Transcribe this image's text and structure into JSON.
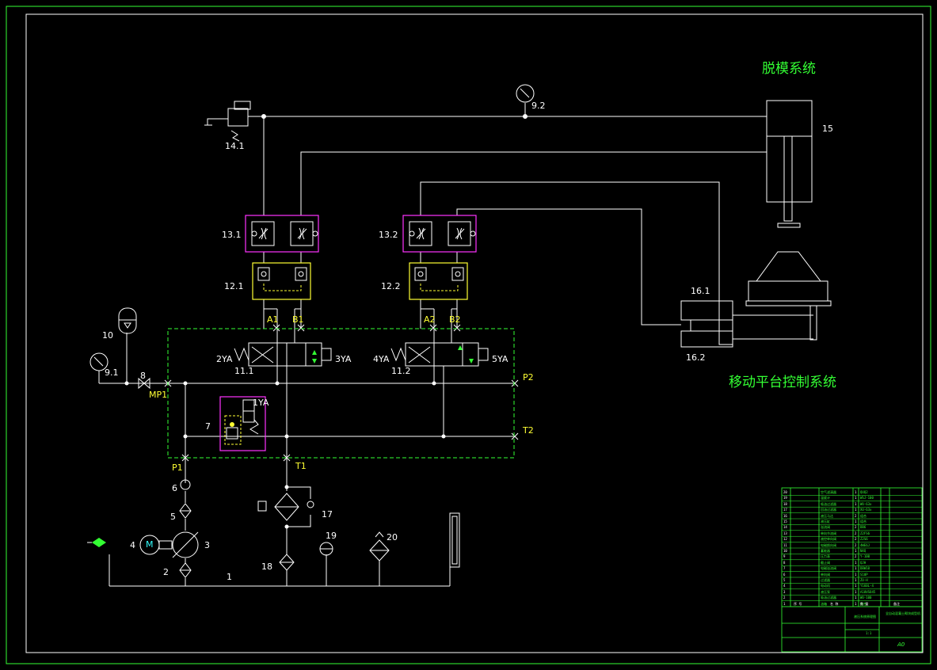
{
  "colors": {
    "background": "#000000",
    "frame": "#33ff33",
    "line": "#ffffff",
    "valve_box": "#ff33ff",
    "check_box": "#ffff33",
    "manifold": "#33ff33",
    "port_text": "#ffff33"
  },
  "system_titles": {
    "demolding": "脱模系统",
    "moving_platform": "移动平台控制系统"
  },
  "component_labels": {
    "relief_14_1": "14.1",
    "gauge_9_2": "9.2",
    "cylinder_15": "15",
    "valve_13_1": "13.1",
    "valve_13_2": "13.2",
    "valve_12_1": "12.1",
    "valve_12_2": "12.2",
    "accumulator_10": "10",
    "gauge_9_1": "9.1",
    "valve_8": "8",
    "valve_7": "7",
    "valve_11_1": "11.1",
    "valve_11_2": "11.2",
    "motor_16_1": "16.1",
    "motor_16_2": "16.2",
    "check_6": "6",
    "filter_5": "5",
    "motor_4": "4",
    "pump_3": "3",
    "filter_2": "2",
    "tank_1": "1",
    "filter_18": "18",
    "thermometer_19": "19",
    "air_filter_20": "20",
    "return_filter_17": "17"
  },
  "solenoids": {
    "s1": "1YA",
    "s2": "2YA",
    "s3": "3YA",
    "s4": "4YA",
    "s5": "5YA"
  },
  "ports": {
    "a1": "A1",
    "b1": "B1",
    "a2": "A2",
    "b2": "B2",
    "p1": "P1",
    "p2": "P2",
    "t1": "T1",
    "t2": "T2",
    "mp1": "MP1"
  },
  "motor_symbol": "M",
  "title_block": {
    "parts_rows": [
      {
        "no": "20",
        "name": "空气滤清器",
        "qty": "1",
        "spec": "QUQ2"
      },
      {
        "no": "19",
        "name": "温度计",
        "qty": "1",
        "spec": "WSJ-100"
      },
      {
        "no": "18",
        "name": "吸油过滤器",
        "qty": "1",
        "spec": "WU-63x"
      },
      {
        "no": "17",
        "name": "回油过滤器",
        "qty": "1",
        "spec": "XU-63x"
      },
      {
        "no": "16",
        "name": "液压马达",
        "qty": "2",
        "spec": "组合"
      },
      {
        "no": "15",
        "name": "液压缸",
        "qty": "1",
        "spec": "组合"
      },
      {
        "no": "14",
        "name": "溢流阀",
        "qty": "2",
        "spec": "DB6"
      },
      {
        "no": "13",
        "name": "单向节流阀",
        "qty": "2",
        "spec": "Z2FS6"
      },
      {
        "no": "12",
        "name": "液控单向阀",
        "qty": "2",
        "spec": "Z2S6"
      },
      {
        "no": "11",
        "name": "电磁换向阀",
        "qty": "2",
        "spec": "4WE6J"
      },
      {
        "no": "10",
        "name": "蓄能器",
        "qty": "1",
        "spec": "NXQ"
      },
      {
        "no": "9",
        "name": "压力表",
        "qty": "2",
        "spec": "Y-100"
      },
      {
        "no": "8",
        "name": "截止阀",
        "qty": "1",
        "spec": "QJH"
      },
      {
        "no": "7",
        "name": "电磁溢流阀",
        "qty": "1",
        "spec": "DBW10"
      },
      {
        "no": "6",
        "name": "单向阀",
        "qty": "1",
        "spec": "S10P"
      },
      {
        "no": "5",
        "name": "过滤器",
        "qty": "1",
        "spec": "ZU-H"
      },
      {
        "no": "4",
        "name": "电动机",
        "qty": "1",
        "spec": "Y160L-4"
      },
      {
        "no": "3",
        "name": "液压泵",
        "qty": "1",
        "spec": "A10VSO45"
      },
      {
        "no": "2",
        "name": "吸油过滤器",
        "qty": "1",
        "spec": "WU-100"
      },
      {
        "no": "1",
        "name": "油箱",
        "qty": "1",
        "spec": "组合"
      }
    ],
    "header_no": "序 号",
    "header_name": "名 称",
    "header_qty": "数 量",
    "header_note": "备注",
    "drawing_title": "液压系统原理图",
    "project_title": "全自动混凝土砌块成型机",
    "scale": "1:1",
    "sheet": "A0"
  }
}
